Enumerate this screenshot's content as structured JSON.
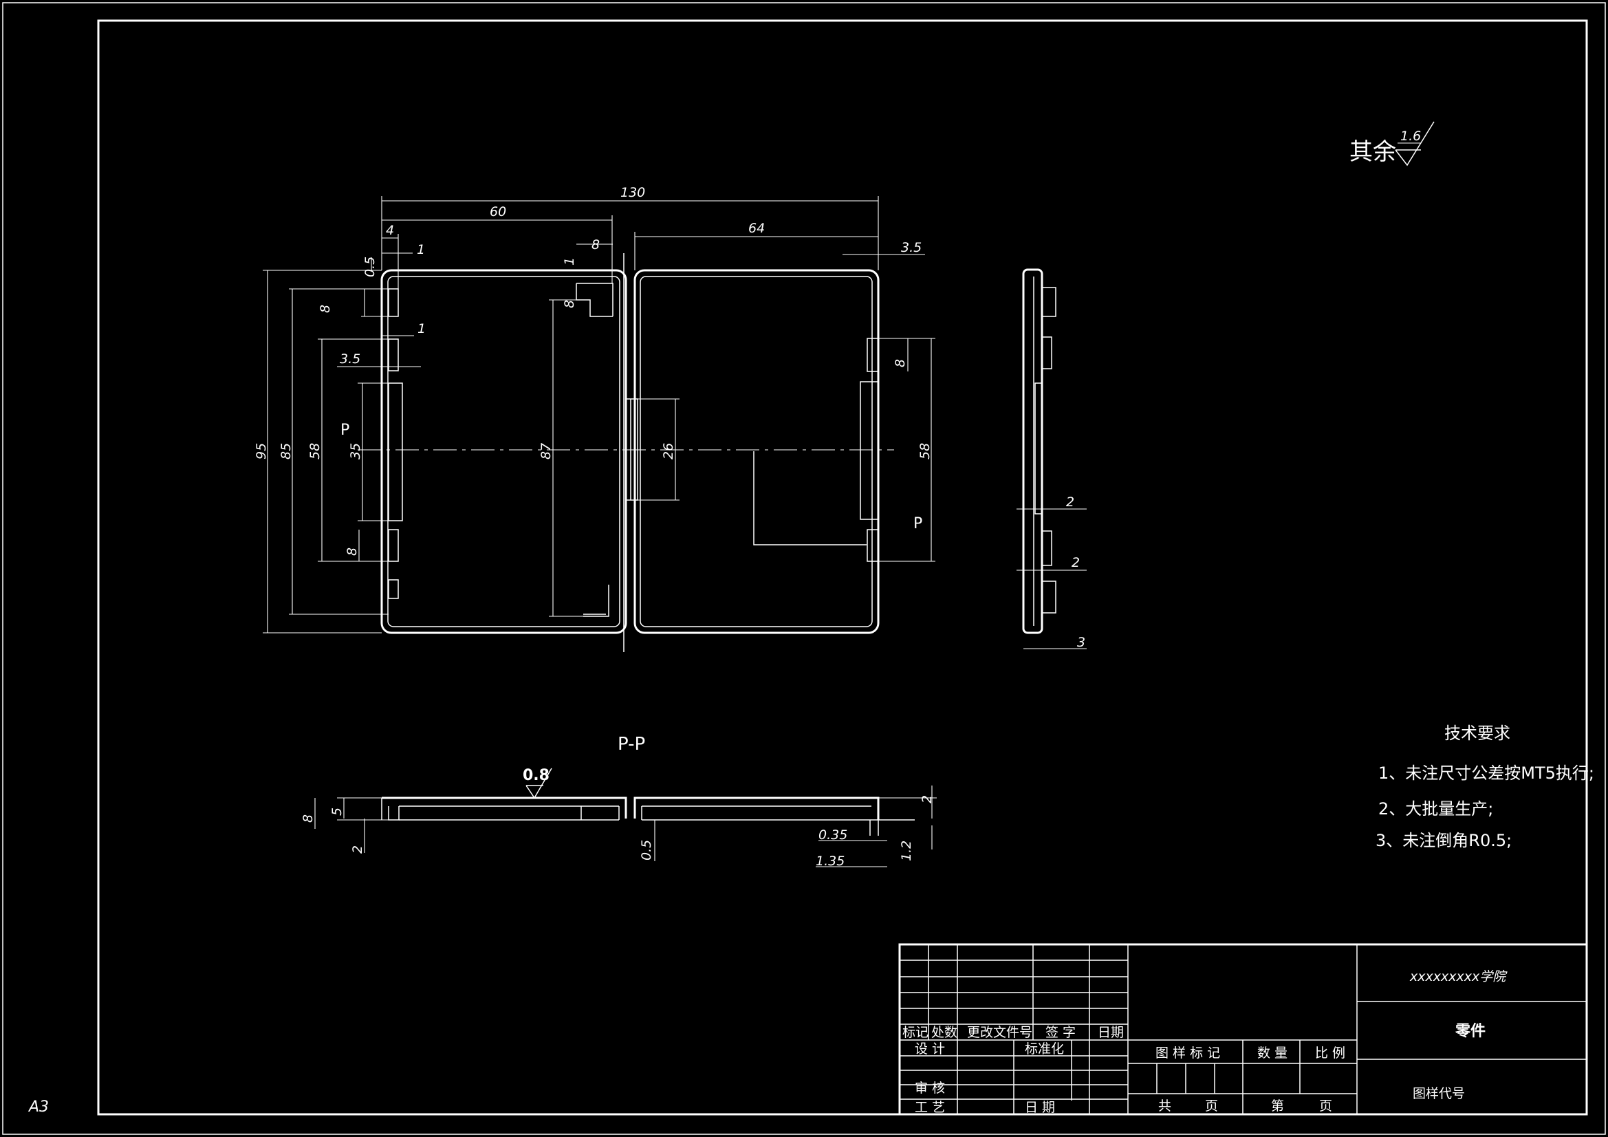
{
  "sheet": {
    "size_label": "A3"
  },
  "roughness": {
    "rest_label": "其余",
    "rest_value": "1.6",
    "section_value": "0.8"
  },
  "section": {
    "label": "P-P",
    "cut_mark": "P"
  },
  "dimensions": {
    "overall_width": "130",
    "left_width": "60",
    "right_width": "64",
    "d4": "4",
    "d1": "1",
    "d0_5": "0.5",
    "d8": "8",
    "d3_5": "3.5",
    "d95": "95",
    "d85": "85",
    "d58": "58",
    "d35": "35",
    "d87": "87",
    "d26": "26",
    "d2": "2",
    "d3": "3",
    "d5": "5",
    "d0_35": "0.35",
    "d1_35": "1.35",
    "d1_2": "1.2"
  },
  "tech_requirements": {
    "title": "技术要求",
    "items": [
      "1、未注尺寸公差按MT5执行;",
      "2、大批量生产;",
      "3、未注倒角R0.5;"
    ]
  },
  "title_block": {
    "school": "xxxxxxxxx学院",
    "part_name": "零件",
    "drawing_code_label": "图样代号",
    "headers": [
      "标记",
      "处数",
      "更改文件号",
      "签 字",
      "日期"
    ],
    "design": "设 计",
    "standardization": "标准化",
    "review": "审 核",
    "process": "工 艺",
    "date": "日 期",
    "drawing_mark": "图 样 标 记",
    "quantity": "数 量",
    "scale": "比 例",
    "total": "共",
    "page": "页",
    "sheet_no": "第",
    "page2": "页"
  }
}
